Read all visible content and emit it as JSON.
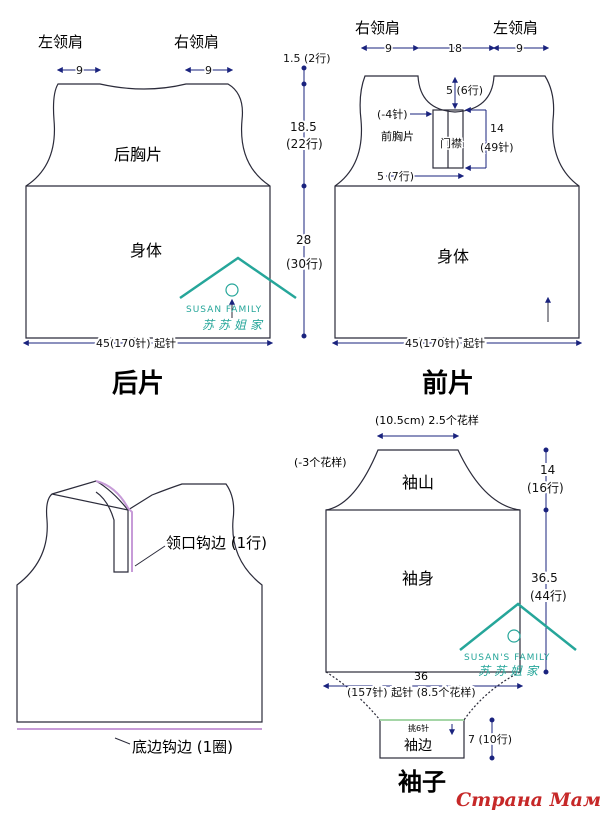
{
  "back_panel": {
    "left_shoulder": "左领肩",
    "right_shoulder": "右领肩",
    "shoulder_width_left": "9",
    "shoulder_width_right": "9",
    "upper_label": "后胸片",
    "body_label": "身体",
    "bottom_dimension": "45(170针) 起针",
    "title": "后片"
  },
  "vertical_measures": {
    "neck_depth": "1.5 (2行)",
    "armhole_cm": "18.5",
    "armhole_rows": "(22行)",
    "body_cm": "28",
    "body_rows": "(30行)"
  },
  "front_panel": {
    "right_shoulder": "右领肩",
    "left_shoulder": "左领肩",
    "shoulder_left": "9",
    "neck_width": "18",
    "shoulder_right": "9",
    "neck_rows": "5 (6行)",
    "decrease": "(-4针)",
    "upper_label": "前胸片",
    "placket_label": "门襟",
    "placket_cm": "14",
    "placket_stitches": "(49针)",
    "placket_rows": "5 (7行)",
    "body_label": "身体",
    "bottom_dimension": "45(170针) 起针",
    "title": "前片"
  },
  "finished_vest": {
    "collar_edging": "领口钩边 (1行)",
    "hem_edging": "底边钩边 (1圈)"
  },
  "sleeve": {
    "top_width": "(10.5cm) 2.5个花样",
    "cap_decrease": "(-3个花样)",
    "cap_label": "袖山",
    "cap_cm": "14",
    "cap_rows": "(16行)",
    "body_label": "袖身",
    "body_cm": "36.5",
    "body_rows": "(44行)",
    "width_cm": "36",
    "cast_on": "(157针) 起针 (8.5个花样)",
    "cuff_pickup": "挑6针",
    "cuff_label": "袖边",
    "cuff_rows": "7 (10行)",
    "title": "袖子"
  },
  "watermark": {
    "family_text": "SUSAN FAMILY",
    "family_text_2": "SUSAN'S FAMILY",
    "chinese": "苏苏姐家"
  },
  "site_watermark": "Страна Мам",
  "colors": {
    "outline": "#2b2b3a",
    "dimension": "#1a237e",
    "edging": "#c79bd8",
    "cuff_edge": "#a5d6a7",
    "watermark": "#26a69a"
  }
}
